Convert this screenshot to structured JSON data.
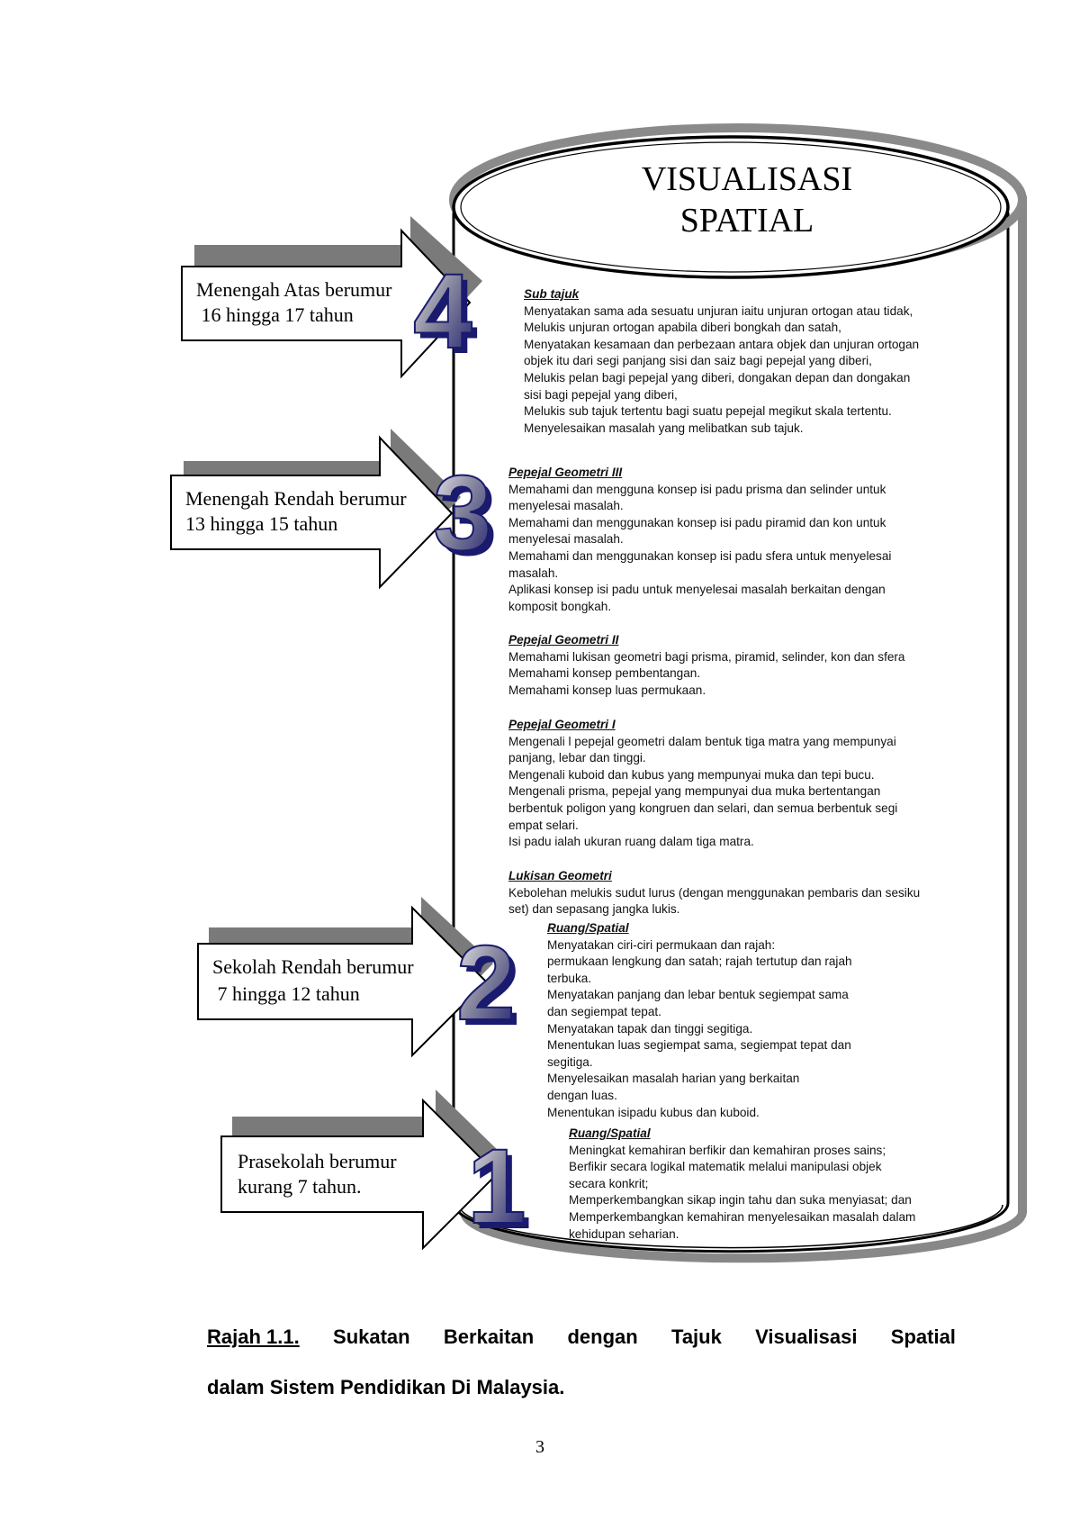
{
  "title_lines": [
    "VISUALISASI",
    "SPATIAL"
  ],
  "levels": [
    {
      "lines": [
        "Menengah Atas berumur",
        " 16 hingga 17 tahun"
      ],
      "badge_icon": "number-4-icon"
    },
    {
      "lines": [
        "Menengah Rendah berumur",
        "13 hingga 15 tahun"
      ],
      "badge_icon": "number-3-icon"
    },
    {
      "lines": [
        "Sekolah Rendah berumur",
        " 7 hingga 12 tahun"
      ],
      "badge_icon": "number-2-icon"
    },
    {
      "lines": [
        "Prasekolah berumur",
        "kurang 7 tahun."
      ],
      "badge_icon": "number-1-icon"
    }
  ],
  "sections": [
    {
      "heading": "Sub tajuk",
      "lines": [
        "Menyatakan sama ada sesuatu unjuran iaitu unjuran ortogan atau tidak,",
        "Melukis unjuran ortogan apabila diberi bongkah dan satah,",
        "Menyatakan kesamaan dan perbezaan antara objek dan unjuran ortogan",
        "objek itu dari segi panjang sisi dan saiz bagi pepejal yang diberi,",
        "Melukis pelan bagi pepejal yang diberi, dongakan depan dan dongakan",
        "sisi bagi pepejal yang diberi,",
        "Melukis sub tajuk tertentu bagi suatu pepejal megikut skala tertentu.",
        "Menyelesaikan masalah yang melibatkan sub tajuk."
      ]
    },
    {
      "heading": "Pepejal Geometri III",
      "lines": [
        "Memahami dan mengguna konsep isi padu prisma dan selinder untuk",
        "menyelesai masalah.",
        "Memahami dan menggunakan konsep isi padu piramid dan kon untuk",
        "menyelesai masalah.",
        "Memahami dan menggunakan konsep isi padu sfera untuk menyelesai",
        "masalah.",
        "Aplikasi konsep isi padu untuk menyelesai masalah berkaitan dengan",
        "komposit bongkah."
      ]
    },
    {
      "heading": "Pepejal Geometri II",
      "lines": [
        "Memahami lukisan geometri bagi prisma, piramid, selinder, kon dan sfera",
        "Memahami konsep pembentangan.",
        "Memahami konsep luas permukaan."
      ]
    },
    {
      "heading": "Pepejal Geometri I",
      "lines": [
        "Mengenali l pepejal geometri dalam bentuk tiga matra yang mempunyai",
        "panjang, lebar dan  tinggi.",
        "Mengenali kuboid dan kubus yang mempunyai muka dan tepi bucu.",
        "Mengenali prisma, pepejal yang mempunyai dua muka bertentangan",
        "berbentuk poligon yang kongruen dan selari, dan semua berbentuk segi",
        "empat selari.",
        "Isi padu ialah ukuran ruang dalam tiga matra."
      ]
    },
    {
      "heading": "Lukisan Geometri",
      "lines": [
        "Kebolehan melukis sudut lurus (dengan menggunakan pembaris dan sesiku",
        "set) dan sepasang jangka lukis."
      ]
    },
    {
      "heading": "Ruang/Spatial",
      "lines": [
        "Menyatakan ciri-ciri permukaan dan rajah:",
        "permukaan lengkung dan satah;  rajah tertutup  dan rajah",
        "terbuka.",
        "Menyatakan panjang dan lebar bentuk segiempat sama",
        "dan segiempat tepat.",
        "Menyatakan tapak dan tinggi segitiga.",
        "Menentukan luas segiempat sama, segiempat tepat dan",
        "segitiga.",
        "Menyelesaikan masalah harian yang berkaitan",
        "dengan luas.",
        "Menentukan isipadu kubus dan kuboid."
      ]
    },
    {
      "heading": "Ruang/Spatial",
      "lines": [
        "Meningkat kemahiran berfikir dan kemahiran proses sains;",
        "Berfikir secara logikal matematik melalui manipulasi objek",
        "secara konkrit;",
        "Memperkembangkan sikap ingin tahu dan suka menyiasat; dan",
        "Memperkembangkan kemahiran menyelesaikan masalah dalam",
        "kehidupan seharian."
      ]
    }
  ],
  "caption": {
    "label": "Rajah 1.1.",
    "words": [
      "Sukatan",
      "Berkaitan",
      "dengan",
      "Tajuk",
      "Visualisasi",
      "Spatial"
    ],
    "line2": "dalam Sistem Pendidikan Di Malaysia."
  },
  "page_number": "3",
  "colors": {
    "badge_navy": "#1a1a6e",
    "badge_silver": "#b8b8c8",
    "shadow_gray": "#777777"
  }
}
